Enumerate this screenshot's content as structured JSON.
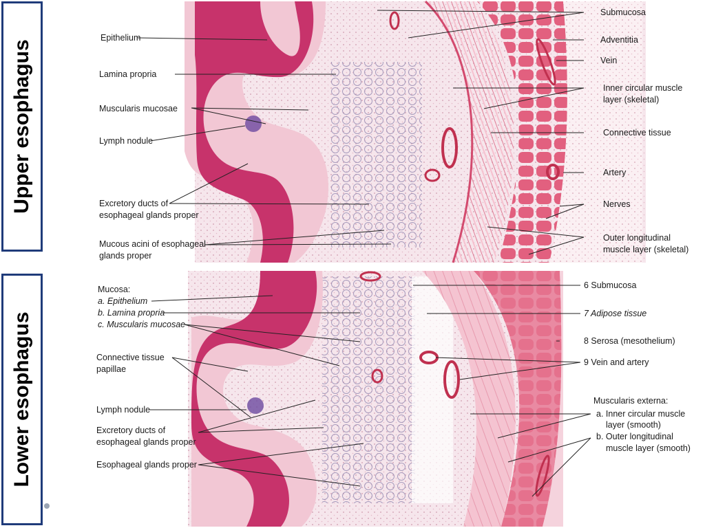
{
  "side_labels": {
    "upper": "Upper esophagus",
    "lower": "Lower esophagus"
  },
  "upper_panel": {
    "left_labels": {
      "epithelium": "Epithelium",
      "lamina_propria": "Lamina propria",
      "muscularis_mucosae": "Muscularis mucosae",
      "lymph_nodule": "Lymph nodule",
      "excretory_ducts_1": "Excretory ducts of",
      "excretory_ducts_2": "esophageal glands proper",
      "mucous_acini_1": "Mucous acini of esophageal",
      "mucous_acini_2": "glands proper"
    },
    "right_labels": {
      "submucosa": "Submucosa",
      "adventitia": "Adventitia",
      "vein": "Vein",
      "inner_circular_1": "Inner circular muscle",
      "inner_circular_2": "layer (skeletal)",
      "connective_tissue": "Connective tissue",
      "artery": "Artery",
      "nerves": "Nerves",
      "outer_longitudinal_1": "Outer longitudinal",
      "outer_longitudinal_2": "muscle layer (skeletal)"
    }
  },
  "lower_panel": {
    "left_labels": {
      "mucosa": "Mucosa:",
      "epithelium": "a. Epithelium",
      "lamina_propria": "b. Lamina propria",
      "muscularis_mucosae": "c. Muscularis mucosae",
      "ct_papillae_1": "Connective tissue",
      "ct_papillae_2": "papillae",
      "lymph_nodule": "Lymph nodule",
      "excretory_ducts_1": "Excretory ducts of",
      "excretory_ducts_2": "esophageal glands proper",
      "glands_proper": "Esophageal glands proper"
    },
    "right_labels": {
      "submucosa": "6  Submucosa",
      "adipose": "7  Adipose tissue",
      "serosa": "8  Serosa (mesothelium)",
      "vein_artery": "9  Vein and artery",
      "muscularis_externa": "Muscularis externa:",
      "inner_circular_1": "a. Inner circular muscle",
      "inner_circular_2": "layer (smooth)",
      "outer_longitudinal_1": "b. Outer longitudinal",
      "outer_longitudinal_2": "muscle layer (smooth)"
    }
  },
  "colors": {
    "epithelium": "#c8306a",
    "lamina": "#f3c9d6",
    "submucosa": "#f6e4ea",
    "muscle": "#e0607e",
    "muscle_light": "#f0b3c4",
    "frame": "#1f3b7a"
  }
}
